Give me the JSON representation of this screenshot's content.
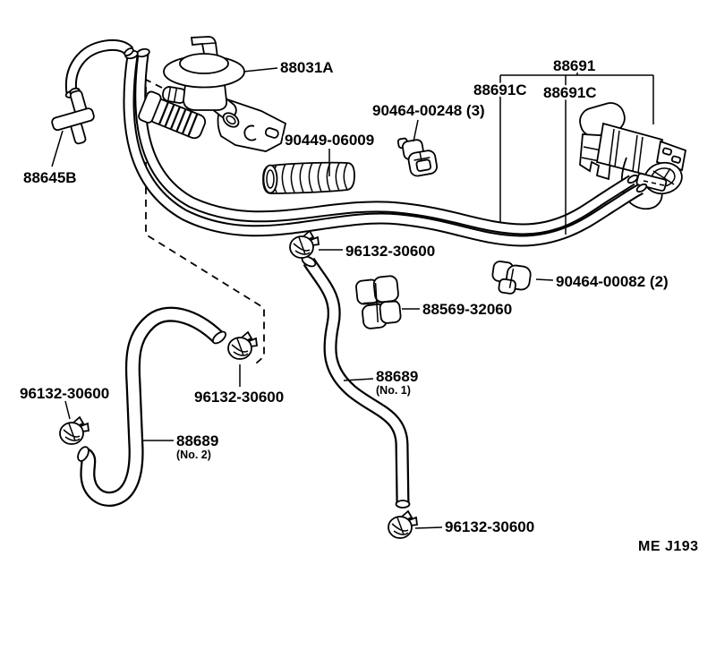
{
  "diagram": {
    "code": "ME J193",
    "colors": {
      "line": "#000000",
      "background": "#ffffff"
    },
    "labels": {
      "egr_valve": "88031A",
      "connector": "88645B",
      "protector_tube": "90449-06009",
      "clip_a": "90464-00248 (3)",
      "vsv_assembly": "88691",
      "vsv_hose_left": "88691C",
      "vsv_hose_right": "88691C",
      "clamp_top": "96132-30600",
      "clip_b": "90464-00082 (2)",
      "clip_c": "88569-32060",
      "hose1": "88689",
      "hose1_note": "(No. 1)",
      "clamp_left": "96132-30600",
      "clamp_mid": "96132-30600",
      "hose2": "88689",
      "hose2_note": "(No. 2)",
      "clamp_bottom": "96132-30600"
    }
  }
}
